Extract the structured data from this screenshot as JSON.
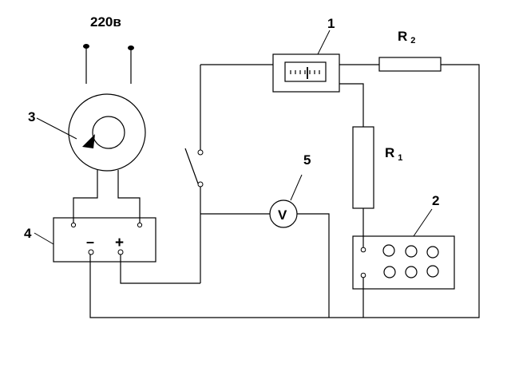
{
  "supply": {
    "voltage_label": "220в"
  },
  "labels": {
    "meter": "1",
    "resistance_box": "2",
    "autotransformer": "3",
    "rectifier": "4",
    "voltmeter": "5",
    "r2_main": "R",
    "r2_sub": "2",
    "r1_main": "R",
    "r1_sub": "1"
  },
  "rectifier": {
    "minus": "–",
    "plus": "+"
  },
  "voltmeter": {
    "symbol": "V"
  }
}
